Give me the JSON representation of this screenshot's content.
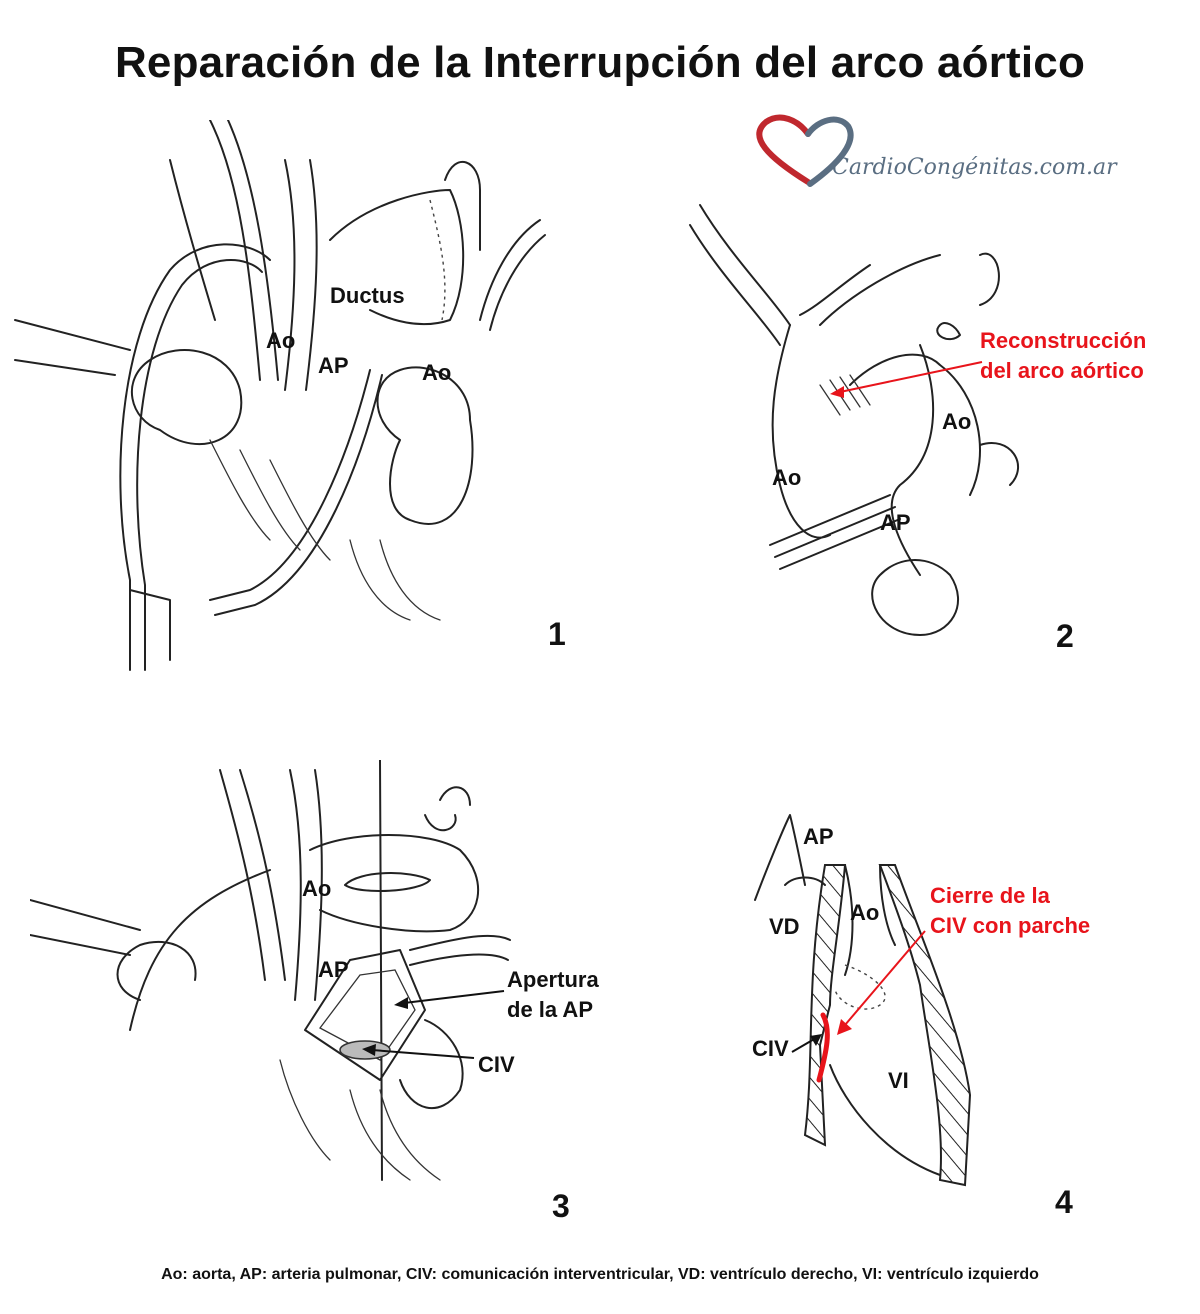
{
  "title": "Reparación de la Interrupción del arco aórtico",
  "logo": {
    "text": "CardioCongénitas.com.ar",
    "icon": "heart-icon",
    "colors": {
      "red": "#c0282e",
      "blue": "#5a6e82"
    }
  },
  "panels": [
    {
      "number": "1",
      "labels": {
        "ductus": "Ductus",
        "ao_left": "Ao",
        "ap": "AP",
        "ao_right": "Ao"
      }
    },
    {
      "number": "2",
      "labels": {
        "ao_right": "Ao",
        "ao_left": "Ao",
        "ap": "AP"
      },
      "annotation": {
        "line1": "Reconstrucción",
        "line2": "del arco aórtico"
      }
    },
    {
      "number": "3",
      "labels": {
        "ao": "Ao",
        "ap": "AP",
        "apertura_line1": "Apertura",
        "apertura_line2": "de la AP",
        "civ": "CIV"
      }
    },
    {
      "number": "4",
      "labels": {
        "ap": "AP",
        "ao": "Ao",
        "vd": "VD",
        "civ": "CIV",
        "vi": "VI"
      },
      "annotation": {
        "line1": "Cierre de la",
        "line2": "CIV con parche"
      }
    }
  ],
  "caption": "Ao: aorta, AP: arteria pulmonar, CIV: comunicación interventricular, VD: ventrículo derecho, VI: ventrículo izquierdo",
  "colors": {
    "annotation": "#e8141b",
    "ink": "#111111"
  }
}
